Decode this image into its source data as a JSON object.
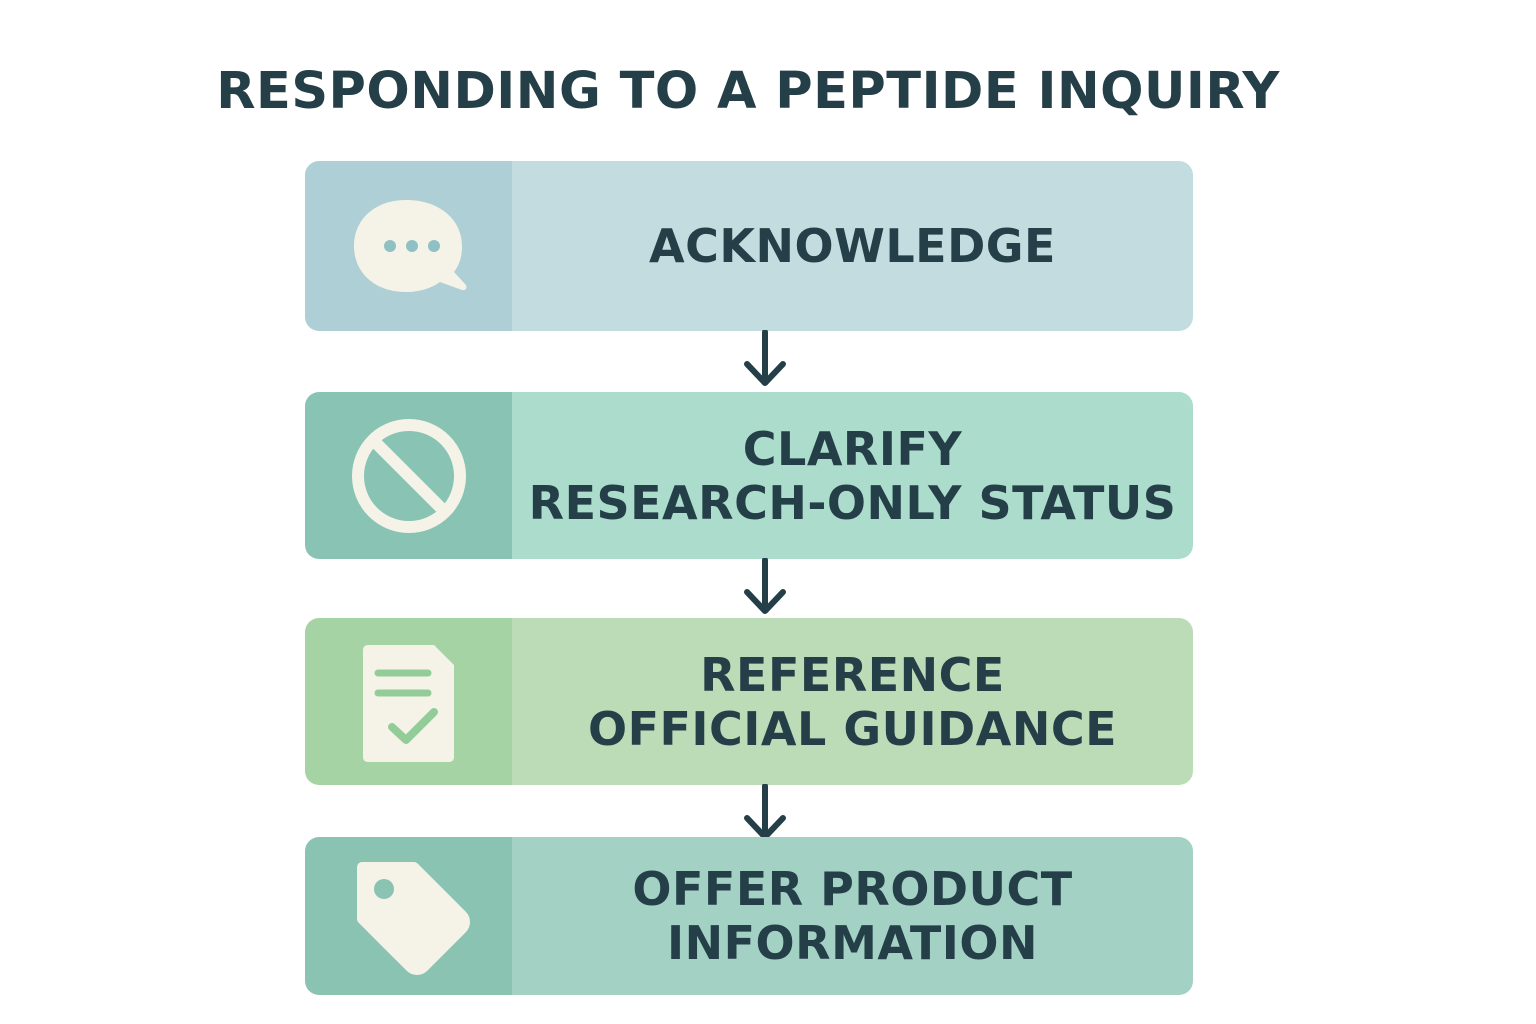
{
  "title": "RESPONDING TO A PEPTIDE INQUIRY",
  "colors": {
    "text": "#243f48",
    "icon_fill": "#f5f3e8",
    "step1_icon_bg": "#aecfd6",
    "step1_bg": "#c3dcdf",
    "step2_icon_bg": "#88c3b3",
    "step2_bg": "#acdccc",
    "step3_icon_bg": "#a5d3a4",
    "step3_bg": "#bcdcb8",
    "step4_icon_bg": "#8bc3b3",
    "step4_bg": "#a3d1c4"
  },
  "steps": [
    {
      "icon": "speech-bubble-icon",
      "lines": [
        "ACKNOWLEDGE"
      ]
    },
    {
      "icon": "prohibited-icon",
      "lines": [
        "CLARIFY",
        "RESEARCH-ONLY STATUS"
      ]
    },
    {
      "icon": "document-check-icon",
      "lines": [
        "REFERENCE",
        "OFFICIAL GUIDANCE"
      ]
    },
    {
      "icon": "price-tag-icon",
      "lines": [
        "OFFER PRODUCT",
        "INFORMATION"
      ]
    }
  ]
}
